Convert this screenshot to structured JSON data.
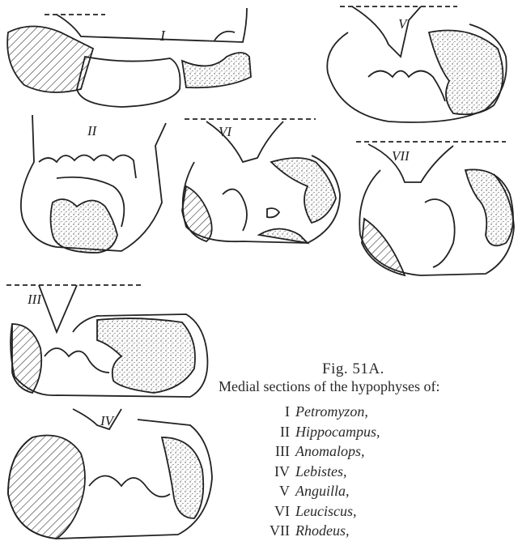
{
  "figure": {
    "panel_labels": [
      "I",
      "II",
      "III",
      "IV",
      "V",
      "VI",
      "VII"
    ],
    "caption_title": "Fig. 51A.",
    "caption_subtitle": "Medial sections of the hypophyses of:",
    "legend": [
      {
        "numeral": "I",
        "name": "Petromyzon,"
      },
      {
        "numeral": "II",
        "name": "Hippocampus,"
      },
      {
        "numeral": "III",
        "name": "Anomalops,"
      },
      {
        "numeral": "IV",
        "name": "Lebistes,"
      },
      {
        "numeral": "V",
        "name": "Anguilla,"
      },
      {
        "numeral": "VI",
        "name": "Leuciscus,"
      },
      {
        "numeral": "VII",
        "name": "Rhodeus,"
      }
    ]
  }
}
